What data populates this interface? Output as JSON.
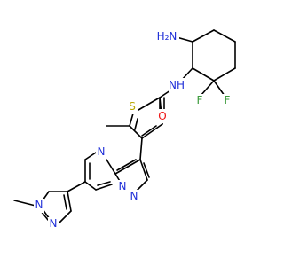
{
  "colors": {
    "bond": "#000000",
    "N": "#1f2fd8",
    "S": "#b8a800",
    "O": "#ee1111",
    "F": "#3a9a3a"
  },
  "labels": {
    "amine": "H₂N",
    "amide_nh": "NH",
    "amide_o": "O",
    "thiophene_s": "S",
    "fluoro_a": "F",
    "fluoro_b": "F",
    "pyrimidine_n": "N",
    "pyrazole_n_bridge": "N",
    "pyrazole_n2": "N",
    "methylpyrazole_n1": "N",
    "methylpyrazole_n2": "N"
  }
}
